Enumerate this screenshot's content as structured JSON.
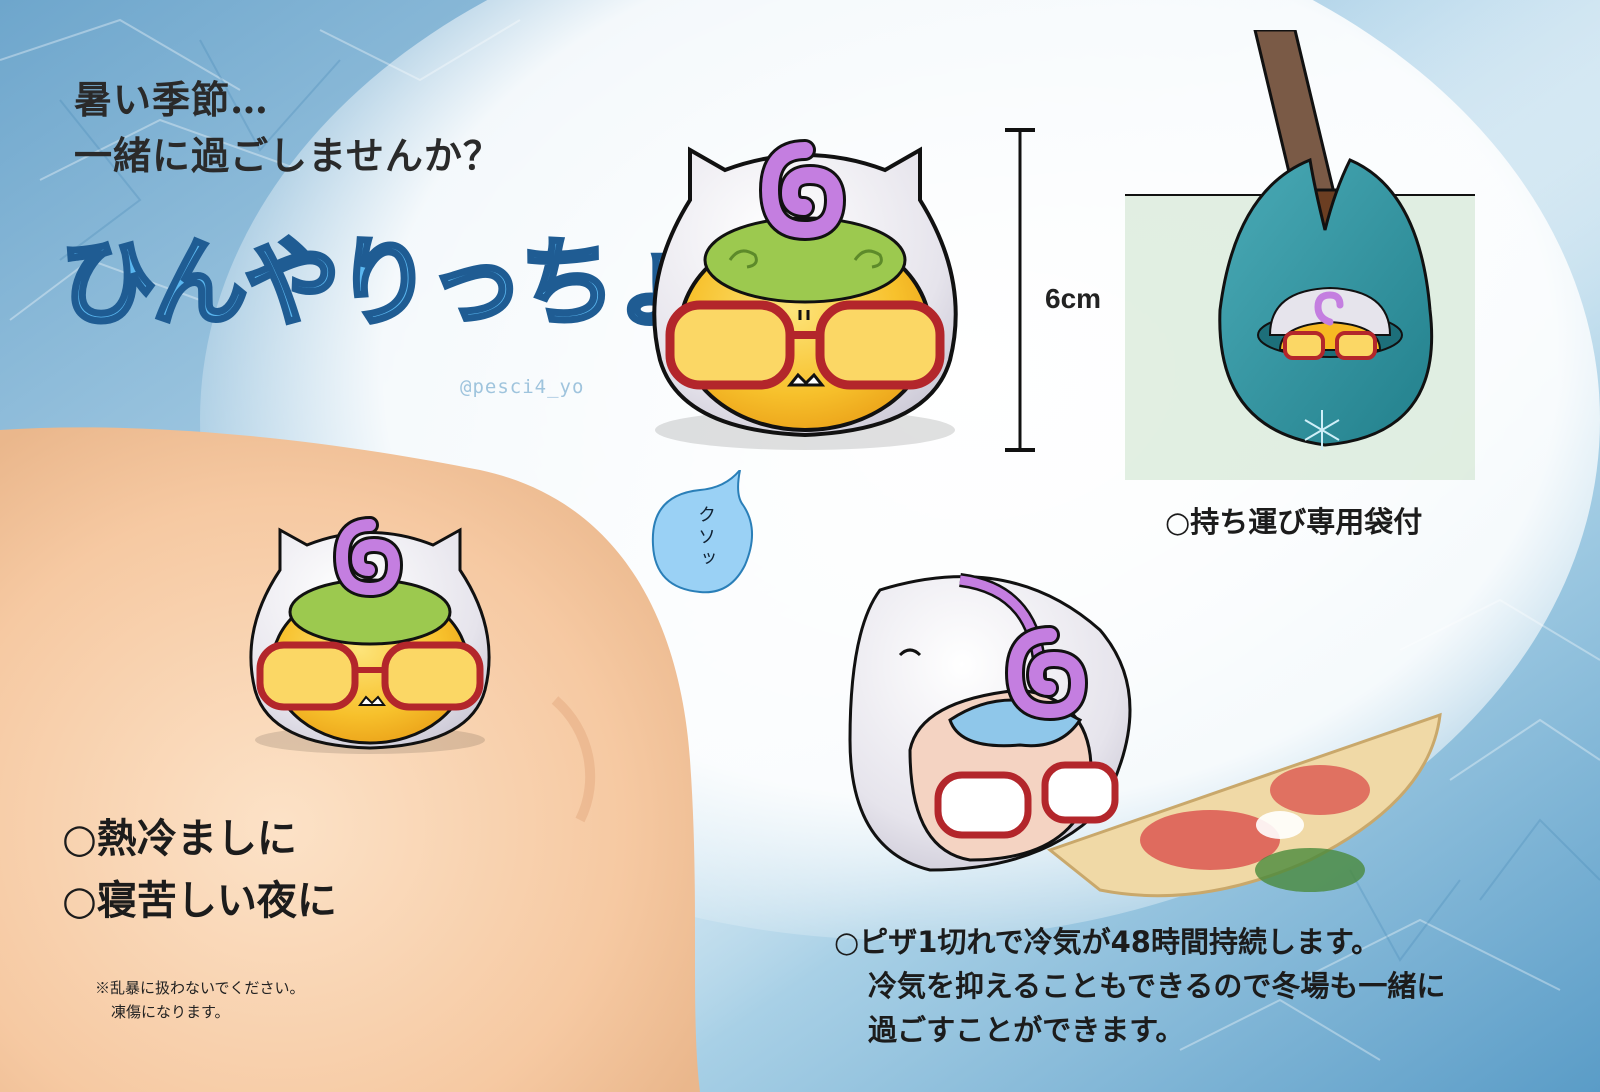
{
  "header": {
    "tagline_line1": "暑い季節…",
    "tagline_line2": "一緒に過ごしませんか？",
    "logo_text": "ひんやりっちょ",
    "credit": "@pesci4_yo"
  },
  "size": {
    "label": "6cm"
  },
  "speech_bubble": {
    "text": "クソッ"
  },
  "features": {
    "bag": "○持ち運び専用袋付",
    "fever": "○熱冷ましに",
    "night": "○寝苦しい夜に",
    "warning_line1": "※乱暴に扱わないでください。",
    "warning_line2": "凍傷になります。",
    "pizza_line1": "○ピザ1切れで冷気が48時間持続します。",
    "pizza_line2": "冷気を抑えることもできるので冬場も一緒に",
    "pizza_line3": "過ごすことができます。"
  },
  "colors": {
    "ice": "#7fb6d8",
    "skin": "#f6c9a2",
    "hood": "#e6e4ec",
    "face": "#f7b923",
    "glasses": "#b3262b",
    "swirl": "#c47ee0",
    "bag": "#2f8f9c"
  }
}
